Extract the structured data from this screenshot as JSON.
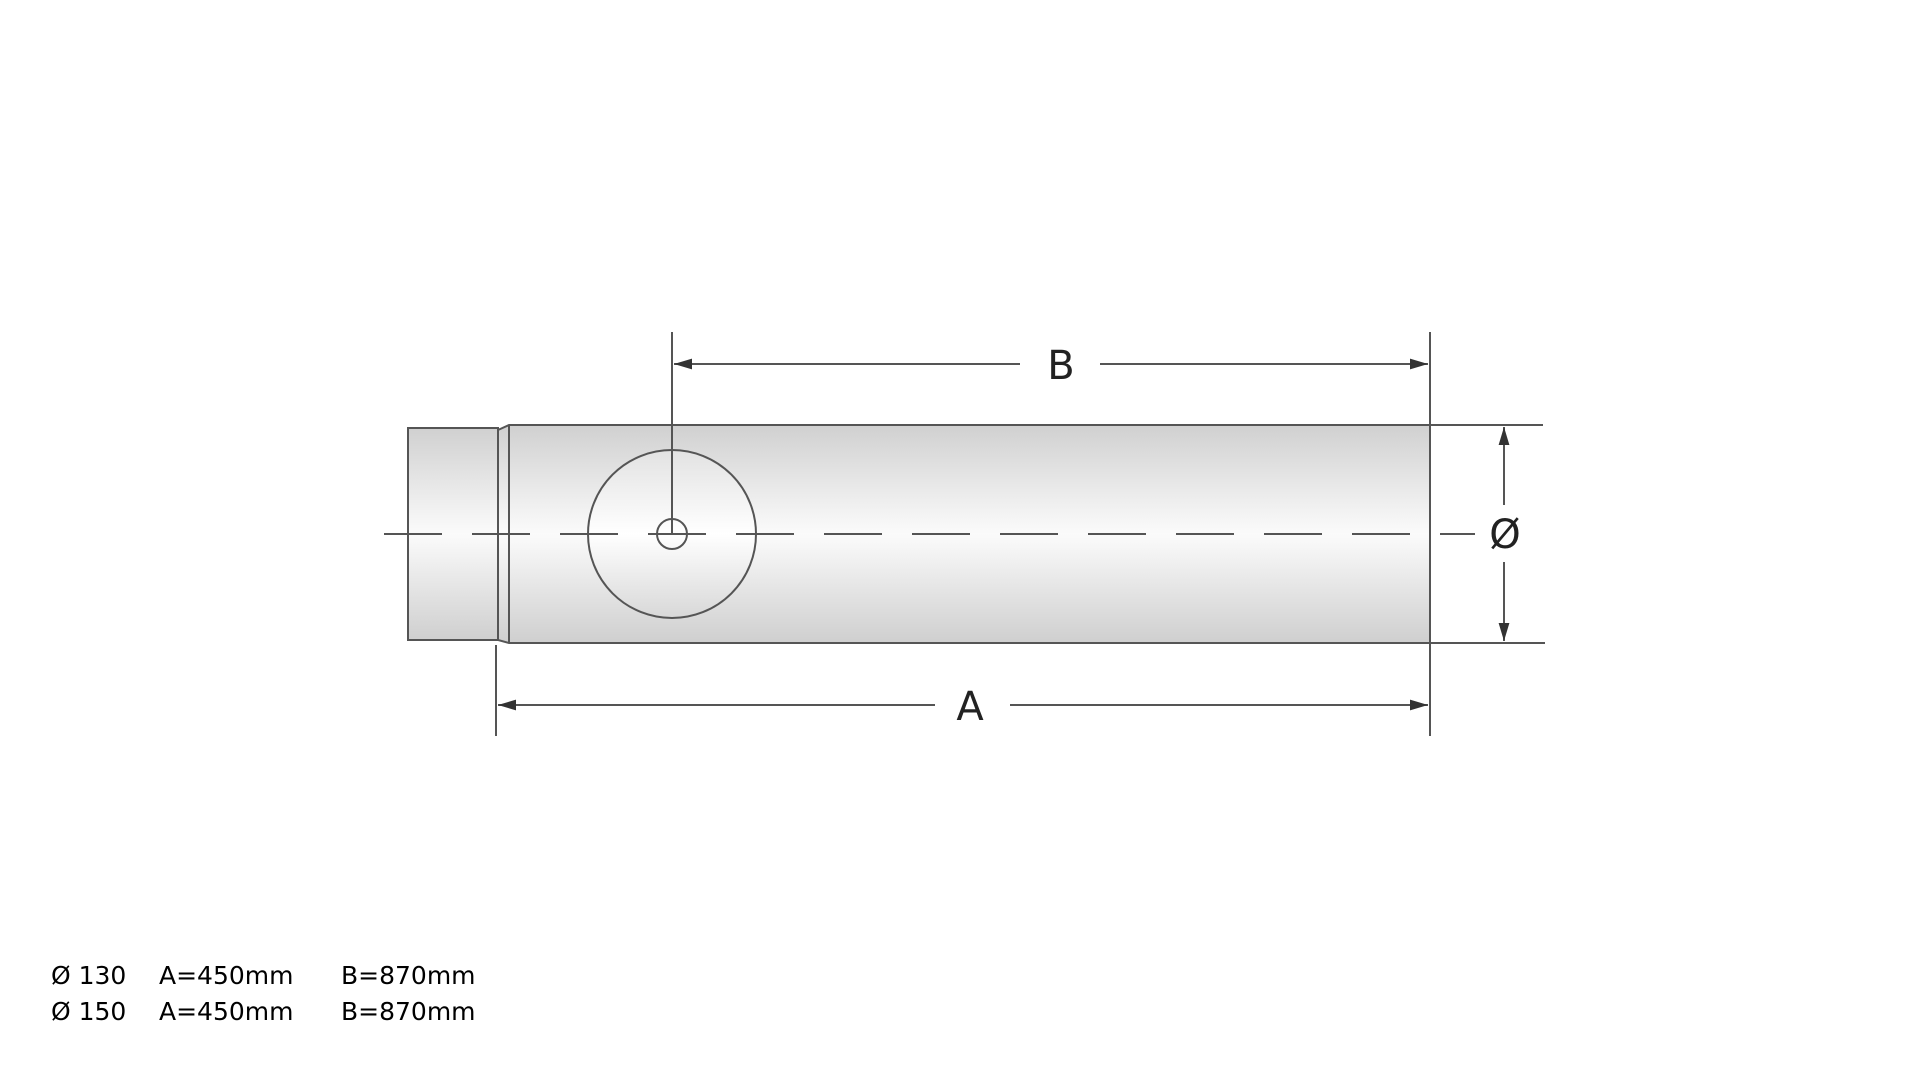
{
  "drawing": {
    "label_b": "B",
    "label_a": "A",
    "label_diameter": "Ø"
  },
  "specs": [
    {
      "diameter": "Ø 130",
      "a": "A=450mm",
      "b": "B=870mm"
    },
    {
      "diameter": "Ø 150",
      "a": "A=450mm",
      "b": "B=870mm"
    }
  ],
  "colors": {
    "line": "#555555",
    "fill_dark": "#d4d4d4",
    "fill_light": "#fafafa"
  }
}
